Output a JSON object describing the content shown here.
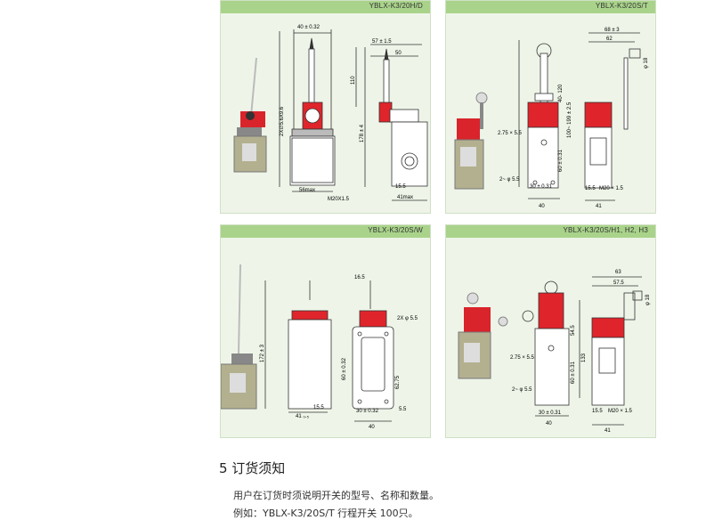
{
  "panels": [
    {
      "title": "YBLX-K3/20H/D",
      "dims": [
        "40 ± 0.32",
        "57 ± 1.5",
        "50",
        "2X∅5.6X9.6",
        "110",
        "178 ± 4",
        "15.5",
        "56max",
        "M20X1.5",
        "41max"
      ]
    },
    {
      "title": "YBLX-K3/20S/T",
      "dims": [
        "68 ± 3",
        "62",
        "φ 18",
        "40- 120",
        "100~ 199 ± 2.5",
        "2.75 × 5.5",
        "60 ± 0.31",
        "2~ φ 5.5",
        "30 ± 0.31",
        "40",
        "15.5",
        "M20 × 1.5",
        "41"
      ]
    },
    {
      "title": "YBLX-K3/20S/W",
      "dims": [
        "16.5",
        "2X φ 5.5",
        "172 ± 3",
        "60 ± 0.32",
        "62.75",
        "15.5",
        "41 ₀.₅",
        "30 ± 0.32",
        "40",
        "5.5"
      ]
    },
    {
      "title": "YBLX-K3/20S/H1, H2, H3",
      "dims": [
        "63",
        "57.5",
        "φ 18",
        "54.5",
        "2.75 × 5.5",
        "60 ± 0.31",
        "133",
        "2~ φ 5.5",
        "30 ± 0.31",
        "40",
        "15.5",
        "M20 × 1.5",
        "41"
      ]
    }
  ],
  "section": {
    "title": "5 订货须知",
    "line1": "用户在订货时须说明开关的型号、名称和数量。",
    "line2": "例如：YBLX-K3/20S/T 行程开关  100只。"
  }
}
